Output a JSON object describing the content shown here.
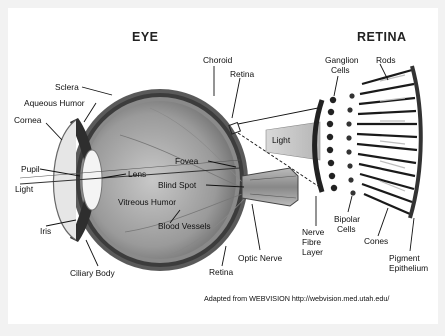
{
  "headings": {
    "eye": "EYE",
    "retina": "RETINA"
  },
  "eye_labels": {
    "sclera": "Sclera",
    "aqueous_humor": "Aqueous Humor",
    "cornea": "Cornea",
    "pupil": "Pupil",
    "light_left": "Light",
    "iris": "Iris",
    "ciliary_body": "Ciliary Body",
    "lens": "Lens",
    "vitreous_humor": "Vitreous Humor",
    "blood_vessels": "Blood Vessels",
    "fovea": "Fovea",
    "blind_spot": "Blind Spot",
    "choroid": "Choroid",
    "retina_top": "Retina",
    "retina_bottom": "Retina",
    "optic_nerve": "Optic Nerve",
    "light_beam": "Light"
  },
  "retina_labels": {
    "ganglion_cells": [
      "Ganglion",
      "Cells"
    ],
    "rods": "Rods",
    "nerve_fibre_layer": [
      "Nerve",
      "Fibre",
      "Layer"
    ],
    "bipolar_cells": [
      "Bipolar",
      "Cells"
    ],
    "cones": "Cones",
    "pigment_epithelium": [
      "Pigment",
      "Epithelium"
    ]
  },
  "credit": "Adapted from WEBVISION http://webvision.med.utah.edu/"
}
